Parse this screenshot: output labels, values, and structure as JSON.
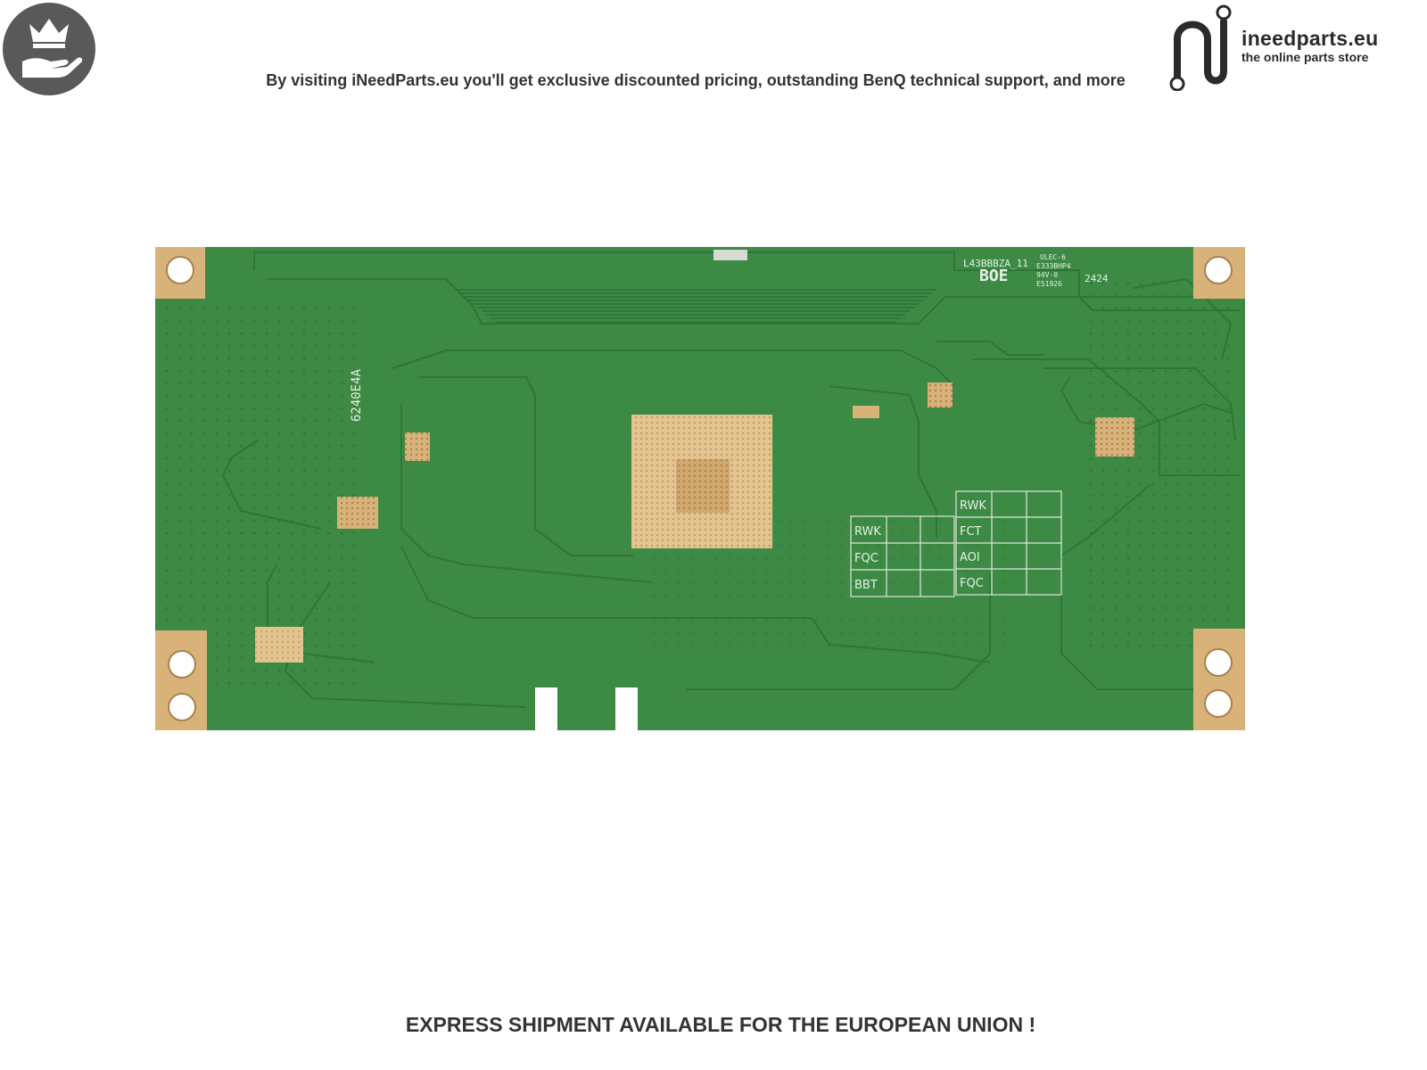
{
  "header": {
    "tagline": "By visiting iNeedParts.eu you'll get exclusive discounted pricing, outstanding BenQ technical support, and more",
    "logo_name": "ineedparts.eu",
    "logo_tagline": "the online parts store"
  },
  "board": {
    "part_number": "L43BBBZA_11",
    "brand": "BOE",
    "cert_lines": [
      "ULEC-6",
      "E333BHP4",
      "94V-0",
      "E51926"
    ],
    "date_code": "2424",
    "side_code": "6240E4A",
    "qc_table_left": [
      "RWK",
      "FQC",
      "BBT"
    ],
    "qc_table_right": [
      "RWK",
      "FCT",
      "AOI",
      "FQC"
    ]
  },
  "footer": {
    "notice": "EXPRESS SHIPMENT AVAILABLE FOR THE EUROPEAN UNION !"
  },
  "colors": {
    "board_green": "#3c8a44",
    "trace_green": "#2f7538",
    "pad_gold": "#d9b27a",
    "badge_gray": "#595959"
  }
}
